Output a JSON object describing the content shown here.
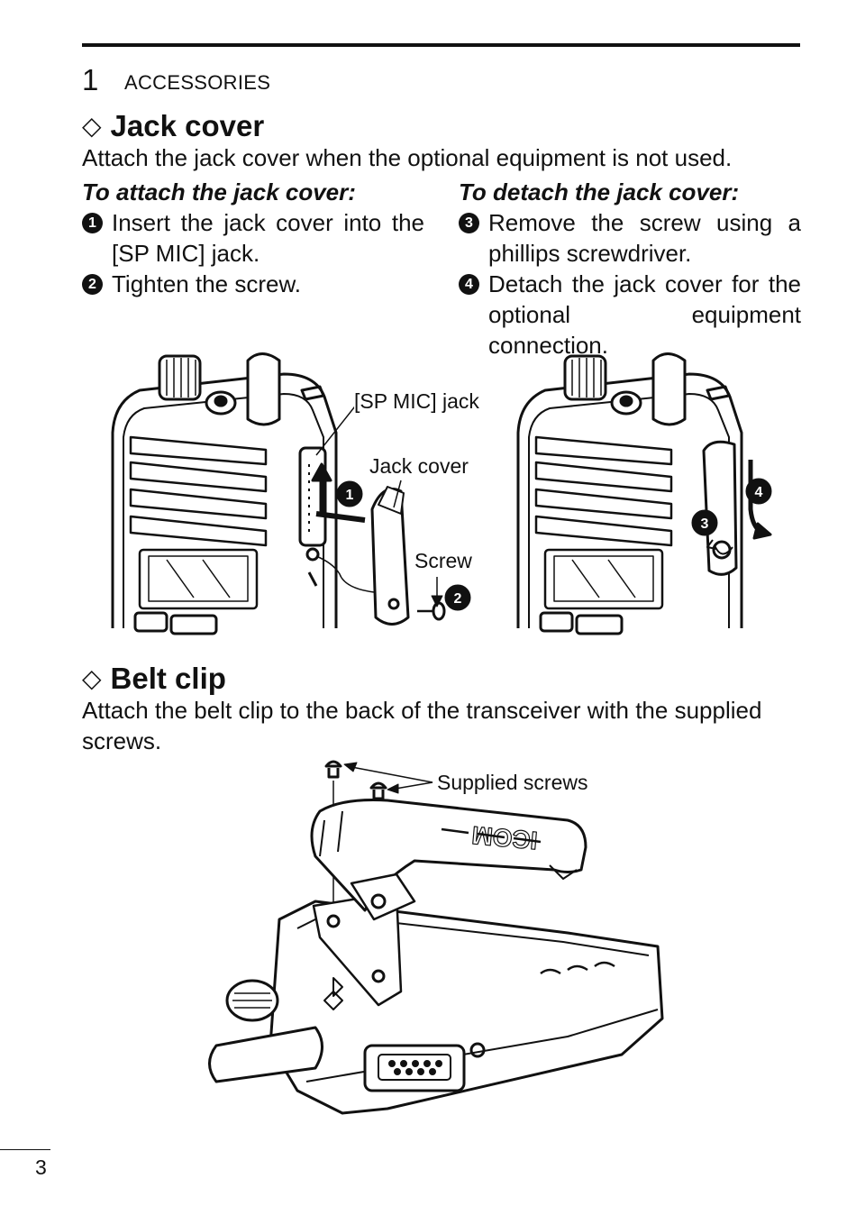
{
  "header": {
    "chapter_number": "1",
    "chapter_title": "ACCESSORIES"
  },
  "jack_cover": {
    "title": "Jack cover",
    "intro": "Attach the jack cover when the optional equipment is not used.",
    "attach": {
      "heading": "To attach the jack cover:",
      "steps": [
        {
          "num": "1",
          "text": "Insert the jack cover into the [SP MIC] jack."
        },
        {
          "num": "2",
          "text": "Tighten the screw."
        }
      ]
    },
    "detach": {
      "heading": "To detach the jack cover:",
      "steps": [
        {
          "num": "3",
          "text": "Remove the screw using a phillips screwdriver."
        },
        {
          "num": "4",
          "text": "Detach the jack cover for the optional equipment connection."
        }
      ]
    },
    "figure_labels": {
      "sp_mic_jack": "[SP MIC] jack",
      "jack_cover": "Jack cover",
      "screw": "Screw",
      "callouts": [
        "1",
        "2",
        "3",
        "4"
      ]
    }
  },
  "belt_clip": {
    "title": "Belt clip",
    "intro": "Attach the belt clip to the back of the transceiver with the supplied screws.",
    "figure_labels": {
      "supplied_screws": "Supplied screws",
      "clip_logo": "ICOM"
    }
  },
  "footer": {
    "page_number": "3"
  }
}
